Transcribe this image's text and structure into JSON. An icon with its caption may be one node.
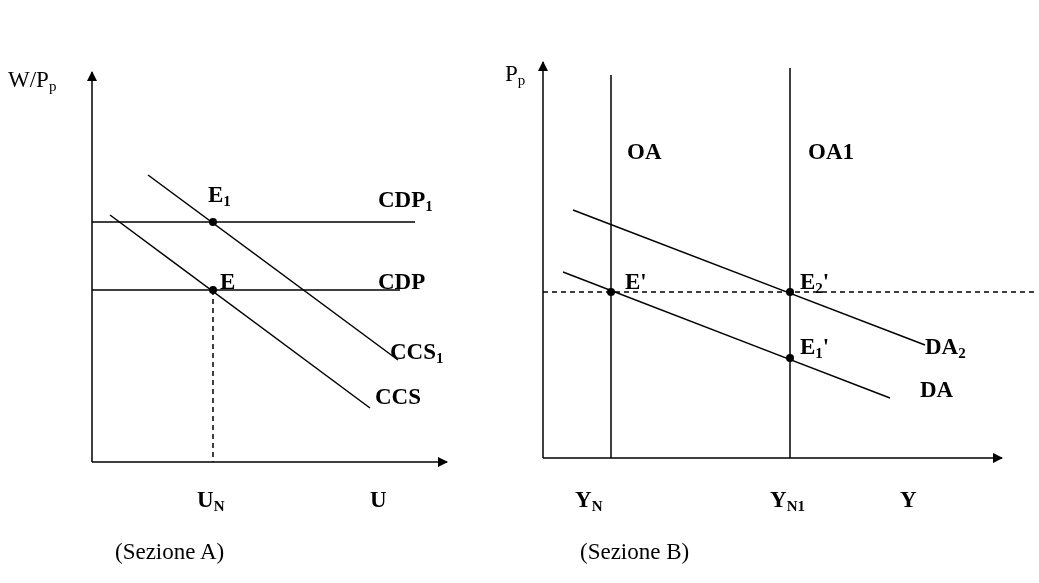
{
  "diagram": {
    "labels": [
      "W/P$_{p}$",
      "E$_{1}$",
      "CDP$_{1}$",
      "E",
      "CDP",
      "CCS$_{1}$",
      "CCS",
      "U$_{N}$",
      "U",
      "(Sezione A)",
      "P$_{p}$",
      "OA",
      "OA1",
      "E'",
      "E$_{2}$'",
      "E$_{1}$'",
      "DA$_{2}$",
      "DA",
      "Y$_{N}$",
      "Y$_{N1}$",
      "Y",
      "(Sezione B)"
    ]
  }
}
